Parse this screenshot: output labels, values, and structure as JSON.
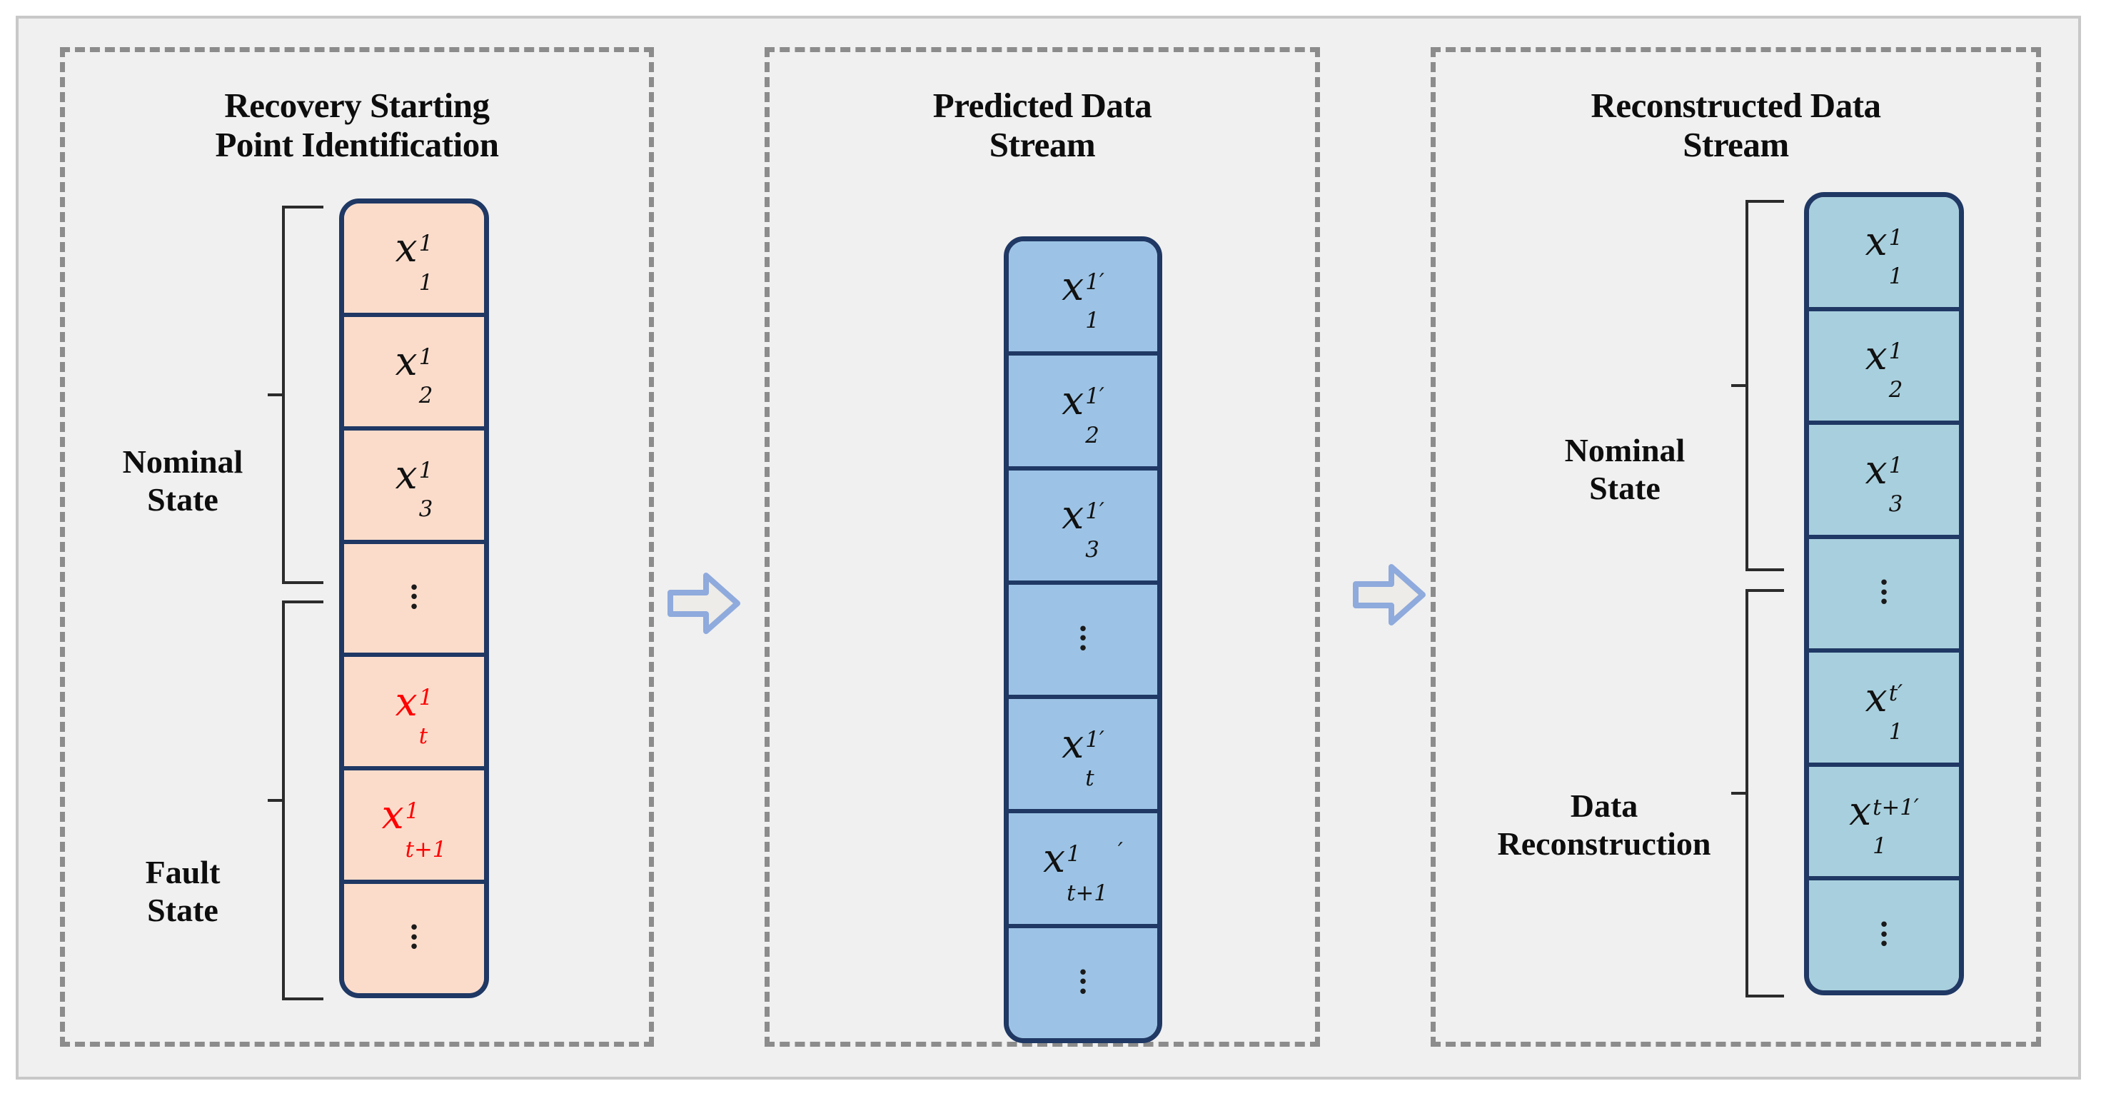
{
  "figure": {
    "background": "#f0f0f0",
    "border_color": "#c8c8c8"
  },
  "colors": {
    "panel_border": "#8c8c8c",
    "cell_border": "#1f3864",
    "peach_fill": "#fbdccb",
    "blue_fill": "#9cc3e5",
    "teal_fill": "#a8cfdd",
    "fault_text": "#ff0000",
    "arrow_fill": "#eeece8",
    "arrow_stroke": "#8faadc",
    "bracket": "#2b2b2b",
    "text": "#0d0d0d"
  },
  "panels": [
    {
      "id": "recovery-starting-point-identification",
      "title": "Recovery Starting\nPoint Identification",
      "title_line1": "Recovery Starting",
      "title_line2": "Point Identification",
      "fill": "peach",
      "brackets": [
        {
          "label_line1": "Nominal",
          "label_line2": "State",
          "label": "Nominal State",
          "covers_cells": [
            0,
            1,
            2,
            3
          ]
        },
        {
          "label_line1": "Fault",
          "label_line2": "State",
          "label": "Fault State",
          "covers_cells": [
            4,
            5,
            6
          ]
        }
      ],
      "cells": [
        {
          "base": "x",
          "sub": "1",
          "sup": "1",
          "prime": false,
          "trailing_prime": false,
          "ellipsis": false,
          "red": false,
          "text": "x_1^1"
        },
        {
          "base": "x",
          "sub": "2",
          "sup": "1",
          "prime": false,
          "trailing_prime": false,
          "ellipsis": false,
          "red": false,
          "text": "x_2^1"
        },
        {
          "base": "x",
          "sub": "3",
          "sup": "1",
          "prime": false,
          "trailing_prime": false,
          "ellipsis": false,
          "red": false,
          "text": "x_3^1"
        },
        {
          "ellipsis": true,
          "text": "⋮"
        },
        {
          "base": "x",
          "sub": "t",
          "sup": "1",
          "prime": false,
          "trailing_prime": false,
          "ellipsis": false,
          "red": true,
          "text": "x_t^1"
        },
        {
          "base": "x",
          "sub": "t+1",
          "sup": "1",
          "prime": false,
          "trailing_prime": false,
          "ellipsis": false,
          "red": true,
          "text": "x_{t+1}^1"
        },
        {
          "ellipsis": true,
          "text": "⋮"
        }
      ]
    },
    {
      "id": "predicted-data-stream",
      "title": "Predicted Data\nStream",
      "title_line1": "Predicted Data",
      "title_line2": "Stream",
      "fill": "blue",
      "brackets": [],
      "cells": [
        {
          "base": "x",
          "sub": "1",
          "sup": "1′",
          "prime": true,
          "trailing_prime": false,
          "ellipsis": false,
          "red": false,
          "text": "x_1^{1′}"
        },
        {
          "base": "x",
          "sub": "2",
          "sup": "1′",
          "prime": true,
          "trailing_prime": false,
          "ellipsis": false,
          "red": false,
          "text": "x_2^{1′}"
        },
        {
          "base": "x",
          "sub": "3",
          "sup": "1′",
          "prime": true,
          "trailing_prime": false,
          "ellipsis": false,
          "red": false,
          "text": "x_3^{1′}"
        },
        {
          "ellipsis": true,
          "text": "⋮"
        },
        {
          "base": "x",
          "sub": "t",
          "sup": "1′",
          "prime": true,
          "trailing_prime": false,
          "ellipsis": false,
          "red": false,
          "text": "x_t^{1′}"
        },
        {
          "base": "x",
          "sub": "t+1",
          "sup": "1",
          "prime": false,
          "trailing_prime": true,
          "ellipsis": false,
          "red": false,
          "text": "x_{t+1}^1 ′"
        },
        {
          "ellipsis": true,
          "text": "⋮"
        }
      ]
    },
    {
      "id": "reconstructed-data-stream",
      "title": "Reconstructed Data\nStream",
      "title_line1": "Reconstructed Data",
      "title_line2": "Stream",
      "fill": "teal",
      "brackets": [
        {
          "label_line1": "Nominal",
          "label_line2": "State",
          "label": "Nominal State",
          "covers_cells": [
            0,
            1,
            2,
            3
          ]
        },
        {
          "label_line1": "Data",
          "label_line2": "Reconstruction",
          "label": "Data Reconstruction",
          "covers_cells": [
            4,
            5,
            6
          ]
        }
      ],
      "cells": [
        {
          "base": "x",
          "sub": "1",
          "sup": "1",
          "prime": false,
          "trailing_prime": false,
          "ellipsis": false,
          "red": false,
          "text": "x_1^1"
        },
        {
          "base": "x",
          "sub": "2",
          "sup": "1",
          "prime": false,
          "trailing_prime": false,
          "ellipsis": false,
          "red": false,
          "text": "x_2^1"
        },
        {
          "base": "x",
          "sub": "3",
          "sup": "1",
          "prime": false,
          "trailing_prime": false,
          "ellipsis": false,
          "red": false,
          "text": "x_3^1"
        },
        {
          "ellipsis": true,
          "text": "⋮"
        },
        {
          "base": "x",
          "sub": "1",
          "sup": "t′",
          "prime": true,
          "trailing_prime": false,
          "ellipsis": false,
          "red": false,
          "text": "x_1^{t′}"
        },
        {
          "base": "x",
          "sub": "1",
          "sup": "t+1′",
          "prime": true,
          "trailing_prime": false,
          "ellipsis": false,
          "red": false,
          "text": "x_1^{t+1′}"
        },
        {
          "ellipsis": true,
          "text": "⋮"
        }
      ]
    }
  ],
  "arrows": [
    {
      "id": "arrow-1",
      "from": "recovery-starting-point-identification",
      "to": "predicted-data-stream",
      "direction": "right"
    },
    {
      "id": "arrow-2",
      "from": "predicted-data-stream",
      "to": "reconstructed-data-stream",
      "direction": "right"
    }
  ]
}
